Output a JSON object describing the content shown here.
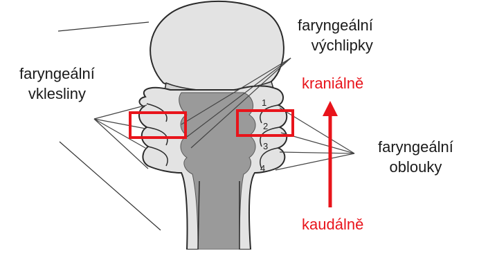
{
  "labels": {
    "pouches_line1": "faryngeální",
    "pouches_line2": "výchlipky",
    "clefts_line1": "faryngeální",
    "clefts_line2": "vklesliny",
    "arches_line1": "faryngeální",
    "arches_line2": "oblouky",
    "cranial": "kraniálně",
    "caudal": "kaudálně"
  },
  "arch_numbers": [
    "1",
    "2",
    "3",
    "4"
  ],
  "colors": {
    "accent_red": "#e8141b",
    "tissue_light": "#e3e3e3",
    "tissue_dark": "#9a9a9a",
    "outline": "#2a2a2a"
  }
}
